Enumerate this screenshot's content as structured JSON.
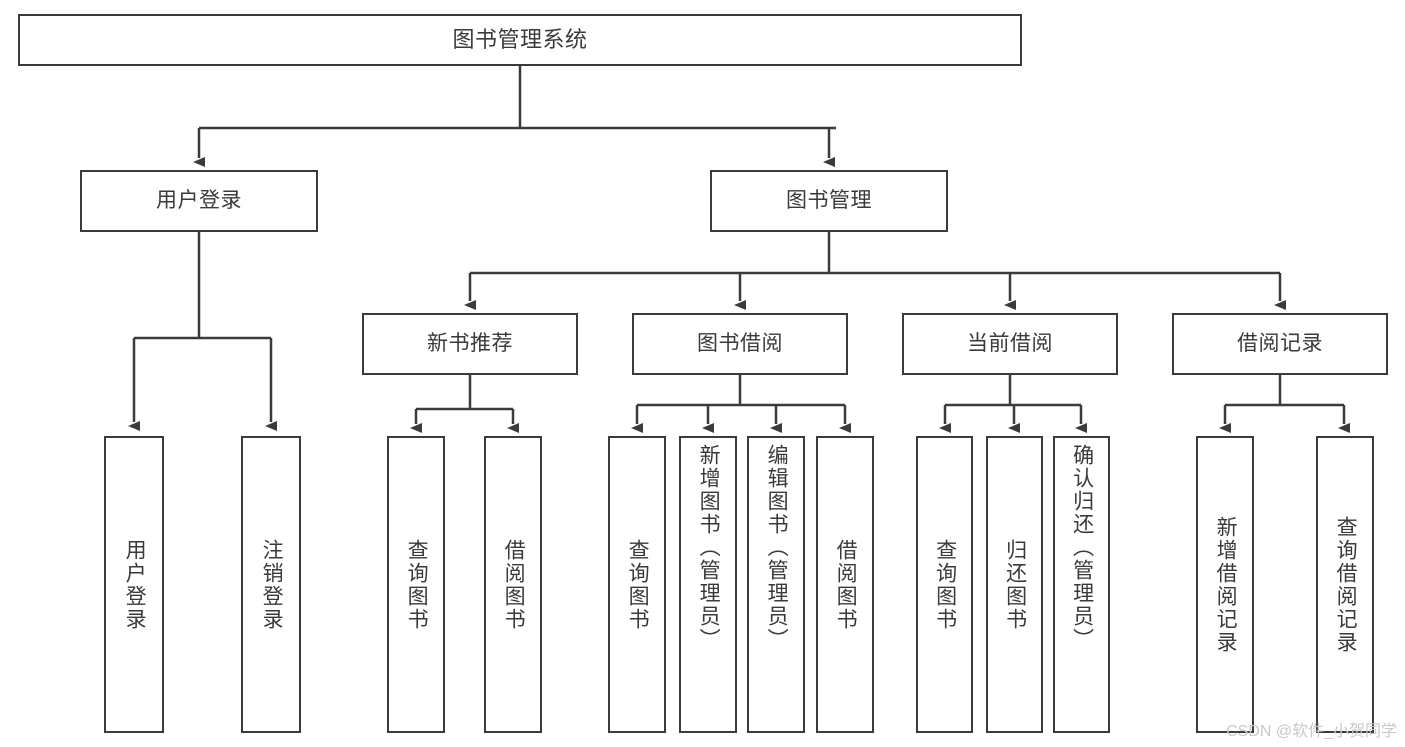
{
  "diagram": {
    "title": "图书管理系统",
    "type": "tree",
    "watermark": "CSDN @软件_小贺同学",
    "colors": {
      "stroke": "#3b3b3b",
      "text": "#3a3a3a",
      "background": "#ffffff",
      "watermark": "#c9c9c9"
    },
    "root": {
      "label": "图书管理系统"
    },
    "level2": [
      {
        "label": "用户登录"
      },
      {
        "label": "图书管理"
      }
    ],
    "level3": [
      {
        "label": "新书推荐"
      },
      {
        "label": "图书借阅"
      },
      {
        "label": "当前借阅"
      },
      {
        "label": "借阅记录"
      }
    ],
    "leaves": [
      {
        "label": "用户登录",
        "parent": "用户登录"
      },
      {
        "label": "注销登录",
        "parent": "用户登录"
      },
      {
        "label": "查询图书",
        "parent": "新书推荐"
      },
      {
        "label": "借阅图书",
        "parent": "新书推荐"
      },
      {
        "label": "查询图书",
        "parent": "图书借阅"
      },
      {
        "label": "新增图书（管理员）",
        "parent": "图书借阅"
      },
      {
        "label": "编辑图书（管理员）",
        "parent": "图书借阅"
      },
      {
        "label": "借阅图书",
        "parent": "图书借阅"
      },
      {
        "label": "查询图书",
        "parent": "当前借阅"
      },
      {
        "label": "归还图书",
        "parent": "当前借阅"
      },
      {
        "label": "确认归还（管理员）",
        "parent": "当前借阅"
      },
      {
        "label": "新增借阅记录",
        "parent": "借阅记录"
      },
      {
        "label": "查询借阅记录",
        "parent": "借阅记录"
      }
    ]
  }
}
